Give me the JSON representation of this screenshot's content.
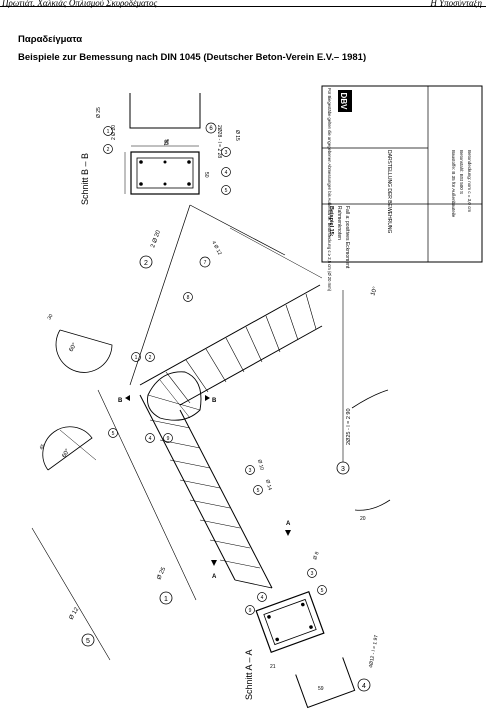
{
  "header": {
    "left": "Πρωτιάτ. Χαλκιάς Οπλισμού Σκυροδέματος",
    "right": "Η Υποσύνταξη"
  },
  "section_title": "Παραδείγματα",
  "subtitle": "Beispiele zur Bemessung nach DIN 1045 (Deutscher Beton-Verein E.V.– 1981)",
  "drawing": {
    "section_b_label": "Schnitt B – B",
    "section_a_label": "Schnitt A – A",
    "cut_marker_b": "B",
    "cut_marker_a": "A",
    "bars": {
      "b1": "1",
      "b2": "2",
      "b3": "3",
      "b4": "4",
      "b5": "5",
      "b6": "6",
      "b7": "7",
      "b8": "8",
      "b9": "9"
    },
    "bar_notes": {
      "n_2d20": "2 Ø 20",
      "n_6d28": "2Ø28 - l = 2 28",
      "n_1d25": "Ø 25",
      "n_4d12": "4 Ø 12",
      "n_5d12": "Ø 12",
      "n_bar3": "2Ø25 - l = 2 90",
      "n_bar4": "4Ø12 - l = 1 97",
      "n_d10": "Ø 10",
      "n_d8": "Ø 8",
      "n_d15": "Ø 15",
      "n_d14": "Ø 14"
    },
    "dimensions": {
      "d_51": "51",
      "d_56": "56",
      "d_59": "59",
      "d_50": "50",
      "d_21": "21",
      "d_20": "20",
      "d_30": "30",
      "d_45": "45"
    },
    "angles": {
      "a_60": "60°",
      "a_10": "10°",
      "a_45": "45°"
    },
    "title_block": {
      "note": "Für Biegestäbe gelten die angegebenen Abmessungen bis Außenkante. Betondeckung c ≥ 2,5 cm (Ø 20 mm)",
      "logo": "DBV",
      "example": "Beispiel 15:",
      "element": "Rahmenknoten",
      "subject": "Fall a: positives Eckmoment",
      "drawing_type": "DARSTELLUNG DER BEWEHRUNG",
      "materials": "Baustoffe:   B 35 für Außenbauteile",
      "steel": "Betonstahl:  BSt 500 S",
      "cover": "Betondeckung:  nom c = 3,0 cm"
    }
  }
}
